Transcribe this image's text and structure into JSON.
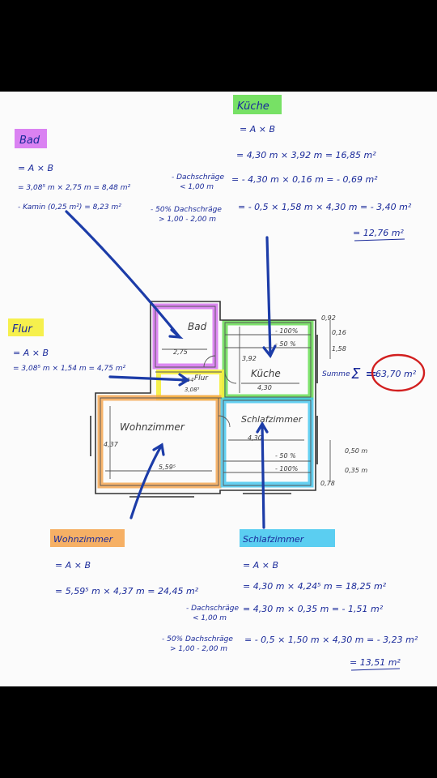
{
  "bad": {
    "title": "Bad",
    "formula": "= A × B",
    "line1": "= 3,08⁵ m × 2,75 m = 8,48 m²",
    "line2": "- Kamin (0,25 m²) = 8,23 m²",
    "room_label": "Bad",
    "dim": "2,75"
  },
  "kueche": {
    "title": "Küche",
    "formula": "= A × B",
    "line1": "= 4,30 m × 3,92 m = 16,85 m²",
    "note1a": "- Dachschräge",
    "note1b": "< 1,00 m",
    "line2": "= - 4,30 m × 0,16 m = - 0,69 m²",
    "note2a": "- 50% Dachschräge",
    "note2b": "> 1,00 - 2,00 m",
    "line3": "= - 0,5 × 1,58 m × 4,30 m = - 3,40 m²",
    "result": "= 12,76 m²",
    "room_label": "Küche",
    "pct1": "- 100%",
    "pct2": "- 50 %",
    "dim_w": "4,30",
    "dim_h": "3,92",
    "dim_a": "0,92",
    "dim_b": "0,16",
    "dim_c": "1,58"
  },
  "flur": {
    "title": "Flur",
    "formula": "= A × B",
    "line1": "= 3,08⁵ m × 1,54 m = 4,75 m²",
    "room_label": "Flur",
    "dim_a": "1,54",
    "dim_b": "3,08⁵"
  },
  "summe": {
    "label": "Summe",
    "sigma": "Σ =",
    "value": "63,70 m²"
  },
  "wohnzimmer": {
    "title": "Wohnzimmer",
    "formula": "= A × B",
    "line1": "= 5,59⁵ m × 4,37 m = 24,45 m²",
    "room_label": "Wohnzimmer",
    "dim_w": "5,59⁵",
    "dim_h": "4,37"
  },
  "schlafzimmer": {
    "title": "Schlafzimmer",
    "formula": "= A × B",
    "line1": "= 4,30 m × 4,24⁵ m = 18,25 m²",
    "note1a": "- Dachschräge",
    "note1b": "< 1,00 m",
    "line2": "= 4,30 m × 0,35 m = - 1,51 m²",
    "note2a": "- 50% Dachschräge",
    "note2b": "> 1,00 - 2,00 m",
    "line3": "= - 0,5 × 1,50 m × 4,30 m = - 3,23 m²",
    "result": "= 13,51 m²",
    "room_label": "Schlafzimmer",
    "pct1": "- 50 %",
    "pct2": "- 100%",
    "dim_w": "4,30",
    "dim_a": "0,50 m",
    "dim_b": "0,35 m",
    "dim_c": "0,78"
  },
  "colors": {
    "bad": "#d46cf0",
    "kueche": "#5fdc4a",
    "flur": "#f5ee3a",
    "wohnzimmer": "#f5a24a",
    "schlafzimmer": "#3ec6ef",
    "ink": "#1a2a9a",
    "arrow": "#1c3ca8",
    "circle": "#d21f1f"
  }
}
